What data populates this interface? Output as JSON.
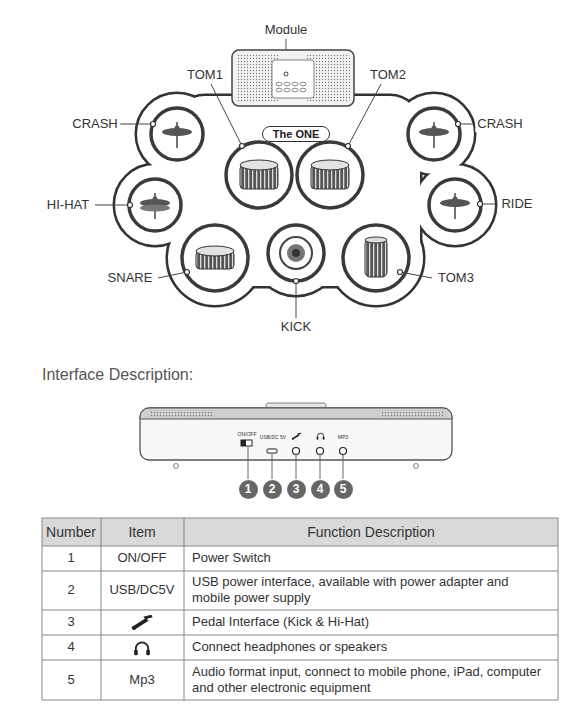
{
  "diagram": {
    "title": "Interface Description:",
    "nodes": [
      {
        "text": [
          "The ONE"
        ]
      },
      {
        "text": [
          "1"
        ]
      },
      {
        "text": [
          "2"
        ]
      },
      {
        "text": [
          "3"
        ]
      },
      {
        "text": [
          "4"
        ]
      },
      {
        "text": [
          "5"
        ]
      }
    ],
    "labels": [
      "Module",
      "TOM1",
      "TOM2",
      "CRASH",
      "CRASH",
      "HI-HAT",
      "RIDE",
      "SNARE",
      "KICK",
      "TOM3",
      "ON/OFF",
      "USB/DC 5V",
      "MP3",
      "Number",
      "Item",
      "Function Description",
      "1",
      "ON/OFF",
      "Power Switch",
      "2",
      "USB/DC5V",
      "USB power interface, available with power adapter and mobile power supply",
      "3",
      "Pedal Interface (Kick & Hi-Hat)",
      "4",
      "Connect headphones or speakers",
      "5",
      "Mp3",
      "Audio format input, connect to mobile phone, iPad, computer and other electronic equipment"
    ]
  }
}
